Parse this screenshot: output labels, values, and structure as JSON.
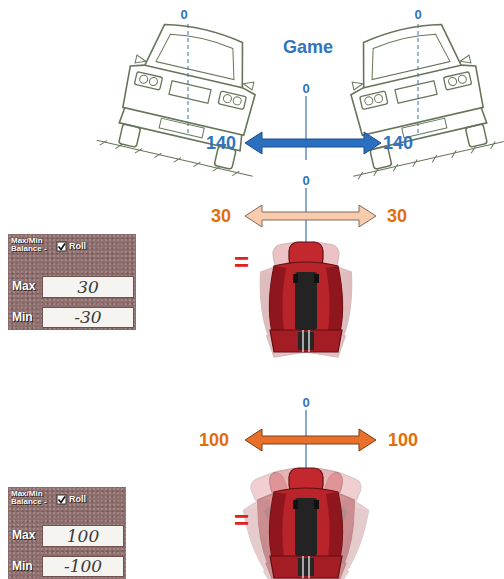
{
  "diagram": {
    "nodes": [
      {
        "text": [
          "Max/Min Balance -",
          "Roll",
          "Max",
          "Min"
        ]
      },
      {
        "text": [
          "30"
        ],
        "in": 0
      },
      {
        "text": [
          "-30"
        ],
        "in": 0
      },
      {
        "text": [
          "Max/Min Balance -",
          "Roll",
          "Max",
          "Min"
        ]
      },
      {
        "text": [
          "100"
        ],
        "in": 3
      },
      {
        "text": [
          "-100"
        ],
        "in": 3
      }
    ],
    "labels": [
      "0",
      "0",
      "Game",
      "0",
      "140",
      "140",
      "0",
      "30",
      "30",
      "=",
      "0",
      "100",
      "100",
      "="
    ]
  }
}
